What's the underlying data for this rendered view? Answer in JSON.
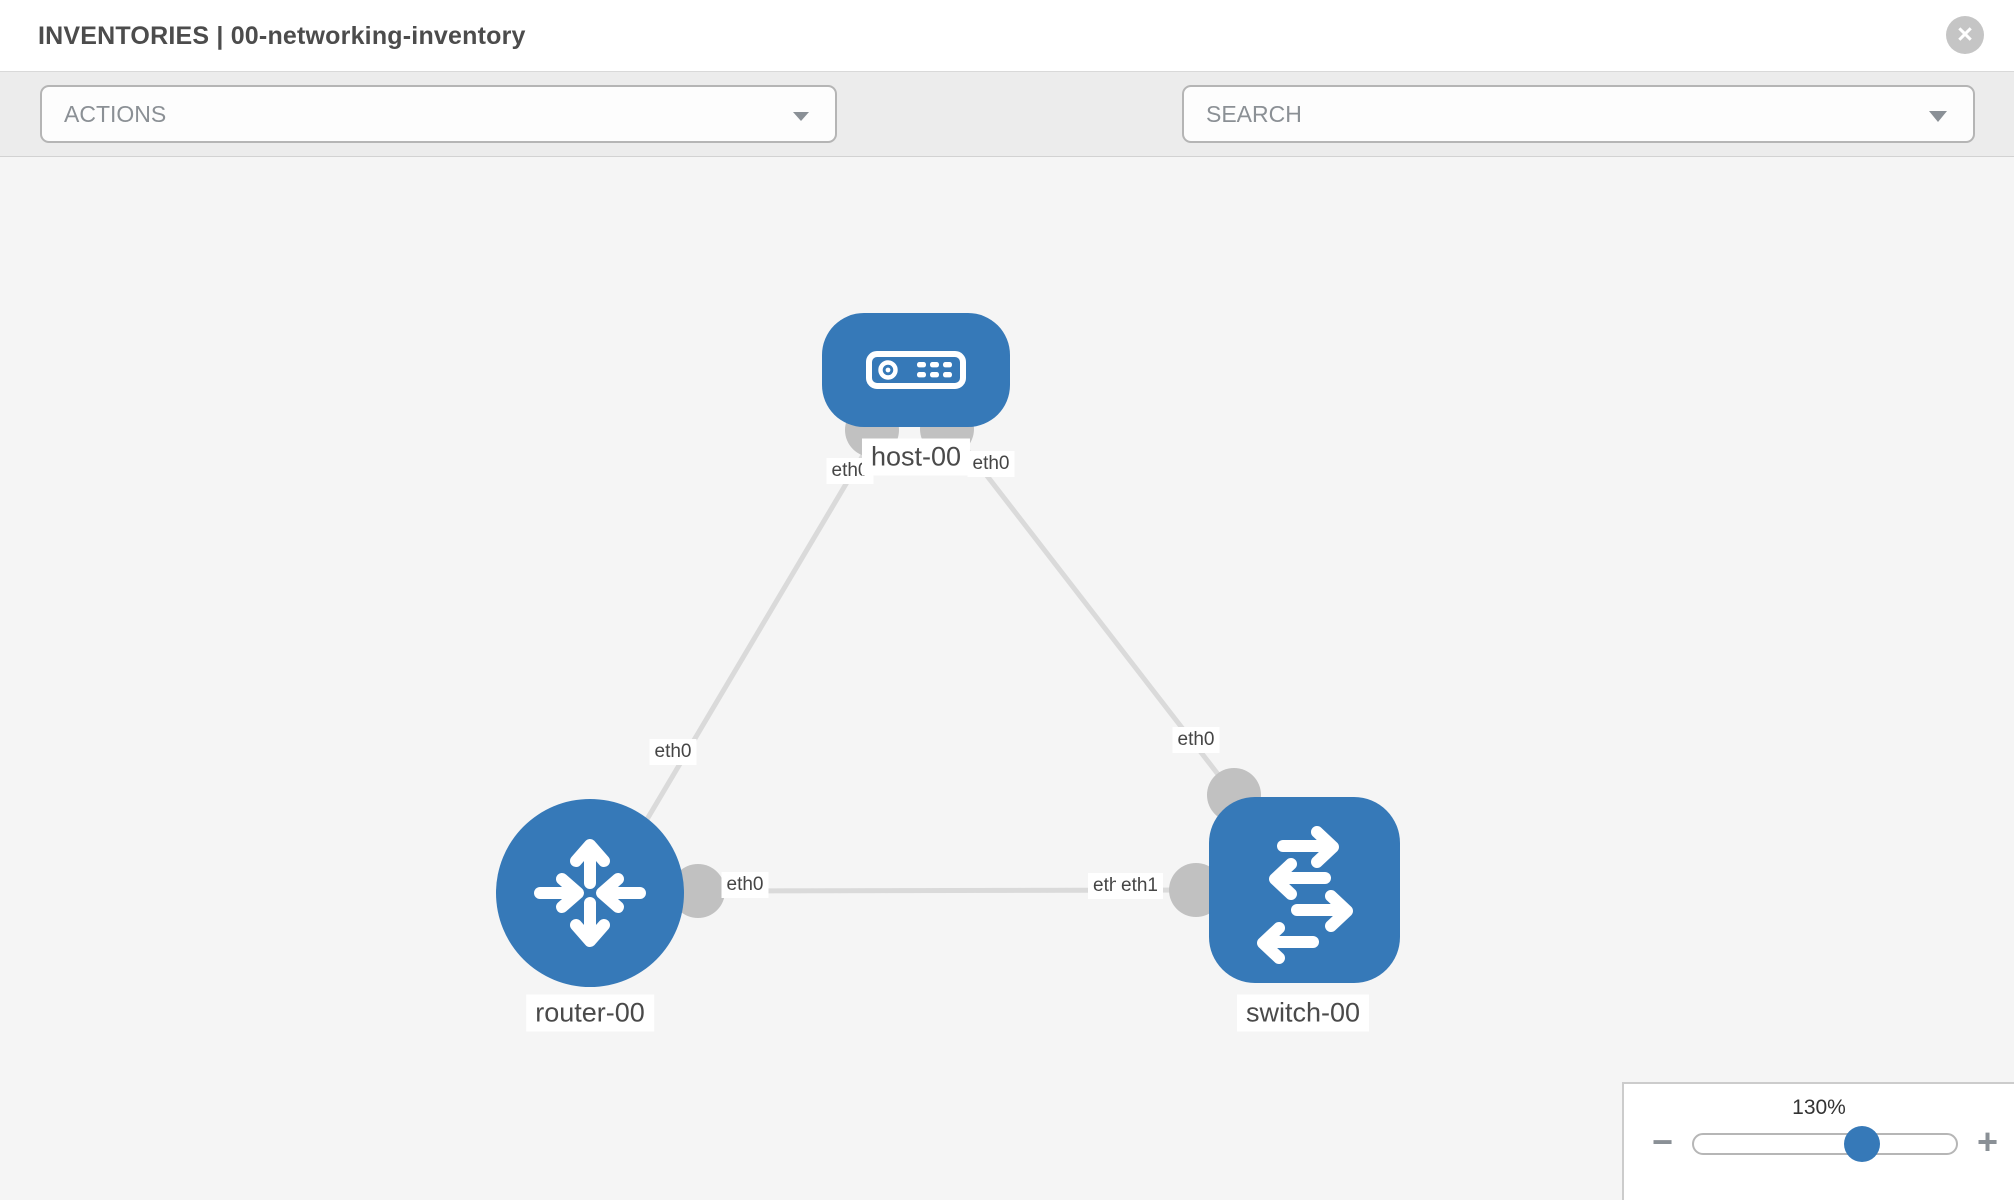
{
  "header": {
    "title": "INVENTORIES | 00-networking-inventory",
    "close_icon": "×"
  },
  "toolbar": {
    "actions": {
      "label": "ACTIONS"
    },
    "search": {
      "label": "SEARCH"
    },
    "icons": [
      "wrench-icon",
      "key-icon"
    ]
  },
  "colors": {
    "node_blue": "#3679b8",
    "link_gray": "#dadada",
    "endpoint_gray": "#c1c1c1",
    "canvas_bg": "#f5f5f5"
  },
  "topology": {
    "nodes": [
      {
        "id": "host-00",
        "label": "host-00",
        "type": "host"
      },
      {
        "id": "router-00",
        "label": "router-00",
        "type": "router"
      },
      {
        "id": "switch-00",
        "label": "switch-00",
        "type": "switch"
      }
    ],
    "links": [
      {
        "from": "host-00",
        "to": "router-00",
        "from_iface": "eth0",
        "to_iface": "eth0"
      },
      {
        "from": "host-00",
        "to": "switch-00",
        "from_iface": "eth0",
        "to_iface": "eth0"
      },
      {
        "from": "router-00",
        "to": "switch-00",
        "from_iface": "eth0",
        "to_iface": "eth1"
      }
    ],
    "iface_labels": [
      {
        "text": "eth0"
      },
      {
        "text": "eth0"
      },
      {
        "text": "eth0"
      },
      {
        "text": "eth0"
      },
      {
        "text": "eth0"
      },
      {
        "text": "eth0"
      },
      {
        "text": "eth1"
      }
    ]
  },
  "zoom_control": {
    "value": "130%",
    "minus": "−",
    "plus": "+"
  }
}
